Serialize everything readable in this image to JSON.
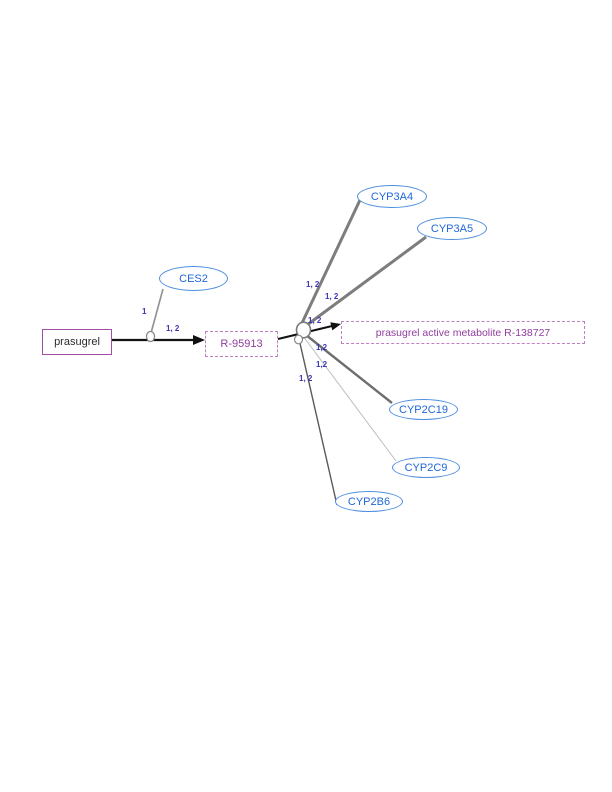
{
  "diagram": {
    "type": "drug-pathway",
    "drug": "prasugrel",
    "nodes": {
      "prasugrel": {
        "label": "prasugrel",
        "shape": "rect-solid",
        "role": "drug"
      },
      "ces2": {
        "label": "CES2",
        "shape": "ellipse",
        "role": "enzyme"
      },
      "r95913": {
        "label": "R-95913",
        "shape": "rect-dashed",
        "role": "metabolite"
      },
      "active_metabolite": {
        "label": "prasugrel active metabolite R-138727",
        "shape": "rect-dashed",
        "role": "metabolite"
      },
      "cyp3a4": {
        "label": "CYP3A4",
        "shape": "ellipse",
        "role": "enzyme"
      },
      "cyp3a5": {
        "label": "CYP3A5",
        "shape": "ellipse",
        "role": "enzyme"
      },
      "cyp2c19": {
        "label": "CYP2C19",
        "shape": "ellipse",
        "role": "enzyme"
      },
      "cyp2c9": {
        "label": "CYP2C9",
        "shape": "ellipse",
        "role": "enzyme"
      },
      "cyp2b6": {
        "label": "CYP2B6",
        "shape": "ellipse",
        "role": "enzyme"
      }
    },
    "edges": [
      {
        "from": "prasugrel",
        "to": "R-95913",
        "label": "1, 2",
        "type": "reaction-arrow"
      },
      {
        "from": "CES2",
        "to": "reaction-1",
        "label": "1",
        "type": "enzyme-link"
      },
      {
        "from": "R-95913",
        "to": "prasugrel active metabolite R-138727",
        "label": "1, 2",
        "type": "reaction-arrow"
      },
      {
        "from": "CYP3A4",
        "to": "reaction-2",
        "label": "1, 2",
        "type": "enzyme-link"
      },
      {
        "from": "CYP3A5",
        "to": "reaction-2",
        "label": "1, 2",
        "type": "enzyme-link"
      },
      {
        "from": "CYP2C19",
        "to": "reaction-2",
        "label": "1,2",
        "type": "enzyme-link"
      },
      {
        "from": "CYP2C9",
        "to": "reaction-2",
        "label": "1,2",
        "type": "enzyme-link"
      },
      {
        "from": "CYP2B6",
        "to": "reaction-2",
        "label": "1, 2",
        "type": "enzyme-link"
      }
    ],
    "colors": {
      "drug_border": "#a14fa1",
      "metabolite_border": "#c07fc2",
      "metabolite_text": "#8f3d9e",
      "enzyme_border": "#4e8ee0",
      "enzyme_text": "#2068d8",
      "edge_label_text": "#3c36b2",
      "arrow_black": "#111111",
      "enzyme_link_gray": "#7d7d7d",
      "background": "#ffffff"
    }
  }
}
